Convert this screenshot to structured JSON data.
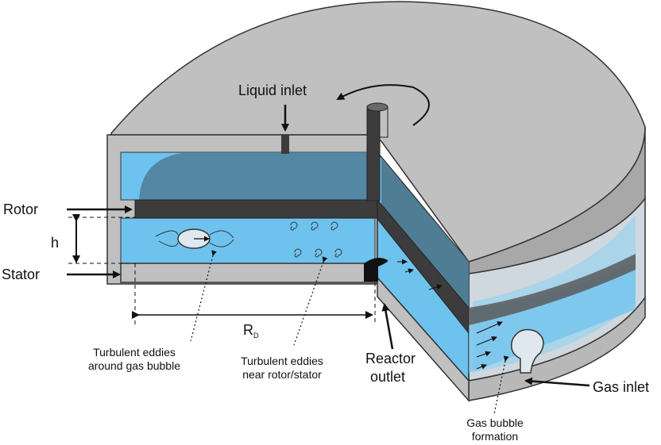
{
  "labels": {
    "liquid_inlet": "Liquid inlet",
    "rotor": "Rotor",
    "h": "h",
    "stator": "Stator",
    "rd_main": "R",
    "rd_sub": "D",
    "reactor_outlet_1": "Reactor",
    "reactor_outlet_2": "outlet",
    "gas_inlet": "Gas inlet",
    "eddies_bubble_1": "Turbulent eddies",
    "eddies_bubble_2": "around gas bubble",
    "eddies_rotor_1": "Turbulent eddies",
    "eddies_rotor_2": "near rotor/stator",
    "bubble_form_1": "Gas bubble",
    "bubble_form_2": "formation"
  },
  "colors": {
    "housing_gray": "#c0c0c0",
    "liquid_blue": "#6ec3ee",
    "liquid_dark": "#4f7d96",
    "rotor_dark": "#3c3c3c"
  }
}
